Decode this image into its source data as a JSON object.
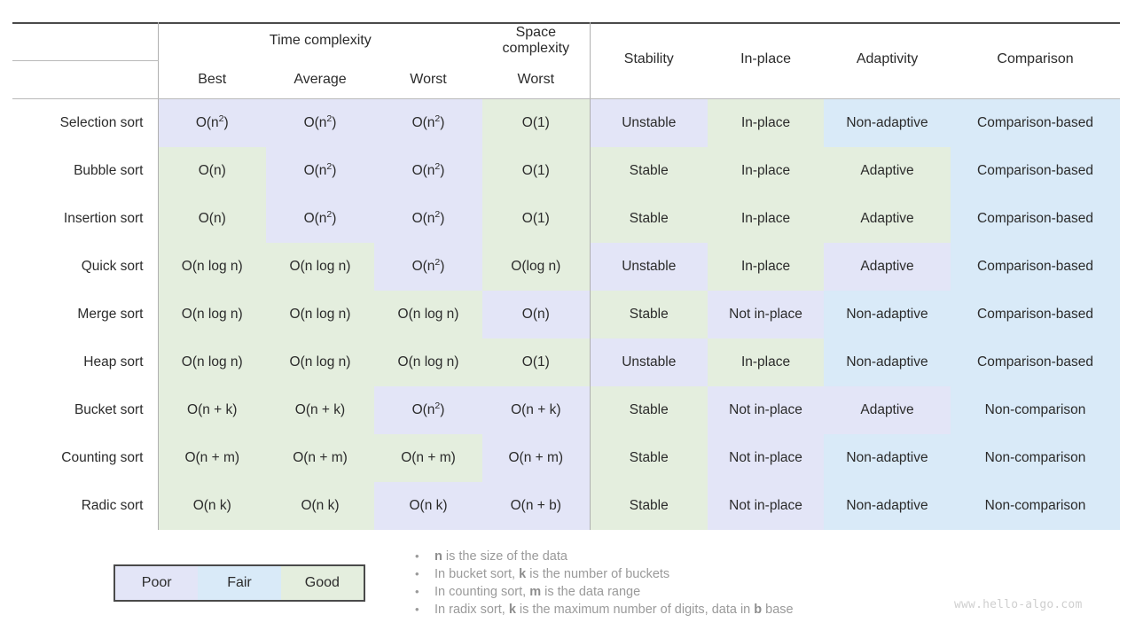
{
  "table": {
    "group_headers": [
      {
        "label": "",
        "key": "algorithm"
      },
      {
        "label": "Time complexity",
        "key": "time"
      },
      {
        "label": "Space complexity",
        "key": "space"
      }
    ],
    "sub_headers": [
      "",
      "Best",
      "Average",
      "Worst",
      "Worst"
    ],
    "attribute_headers": [
      "Stability",
      "In-place",
      "Adaptivity",
      "Comparison"
    ],
    "rows": [
      {
        "algorithm": "Selection sort",
        "best": "O(n2)",
        "best_rating": "poor",
        "average": "O(n2)",
        "average_rating": "poor",
        "worst": "O(n2)",
        "worst_rating": "poor",
        "space": "O(1)",
        "space_rating": "good",
        "stability": "Unstable",
        "stability_rating": "poor",
        "in_place": "In-place",
        "in_place_rating": "good",
        "adaptivity": "Non-adaptive",
        "adaptivity_rating": "fair",
        "comparison": "Comparison-based",
        "comparison_rating": "fair"
      },
      {
        "algorithm": "Bubble sort",
        "best": "O(n)",
        "best_rating": "good",
        "average": "O(n2)",
        "average_rating": "poor",
        "worst": "O(n2)",
        "worst_rating": "poor",
        "space": "O(1)",
        "space_rating": "good",
        "stability": "Stable",
        "stability_rating": "good",
        "in_place": "In-place",
        "in_place_rating": "good",
        "adaptivity": "Adaptive",
        "adaptivity_rating": "good",
        "comparison": "Comparison-based",
        "comparison_rating": "fair"
      },
      {
        "algorithm": "Insertion sort",
        "best": "O(n)",
        "best_rating": "good",
        "average": "O(n2)",
        "average_rating": "poor",
        "worst": "O(n2)",
        "worst_rating": "poor",
        "space": "O(1)",
        "space_rating": "good",
        "stability": "Stable",
        "stability_rating": "good",
        "in_place": "In-place",
        "in_place_rating": "good",
        "adaptivity": "Adaptive",
        "adaptivity_rating": "good",
        "comparison": "Comparison-based",
        "comparison_rating": "fair"
      },
      {
        "algorithm": "Quick sort",
        "best": "O(n log n)",
        "best_rating": "good",
        "average": "O(n log n)",
        "average_rating": "good",
        "worst": "O(n2)",
        "worst_rating": "poor",
        "space": "O(log n)",
        "space_rating": "good",
        "stability": "Unstable",
        "stability_rating": "poor",
        "in_place": "In-place",
        "in_place_rating": "good",
        "adaptivity": "Adaptive",
        "adaptivity_rating": "poor",
        "comparison": "Comparison-based",
        "comparison_rating": "fair"
      },
      {
        "algorithm": "Merge sort",
        "best": "O(n log n)",
        "best_rating": "good",
        "average": "O(n log n)",
        "average_rating": "good",
        "worst": "O(n log n)",
        "worst_rating": "good",
        "space": "O(n)",
        "space_rating": "poor",
        "stability": "Stable",
        "stability_rating": "good",
        "in_place": "Not in-place",
        "in_place_rating": "poor",
        "adaptivity": "Non-adaptive",
        "adaptivity_rating": "fair",
        "comparison": "Comparison-based",
        "comparison_rating": "fair"
      },
      {
        "algorithm": "Heap sort",
        "best": "O(n log n)",
        "best_rating": "good",
        "average": "O(n log n)",
        "average_rating": "good",
        "worst": "O(n log n)",
        "worst_rating": "good",
        "space": "O(1)",
        "space_rating": "good",
        "stability": "Unstable",
        "stability_rating": "poor",
        "in_place": "In-place",
        "in_place_rating": "good",
        "adaptivity": "Non-adaptive",
        "adaptivity_rating": "fair",
        "comparison": "Comparison-based",
        "comparison_rating": "fair"
      },
      {
        "algorithm": "Bucket sort",
        "best": "O(n + k)",
        "best_rating": "good",
        "average": "O(n + k)",
        "average_rating": "good",
        "worst": "O(n2)",
        "worst_rating": "poor",
        "space": "O(n + k)",
        "space_rating": "poor",
        "stability": "Stable",
        "stability_rating": "good",
        "in_place": "Not in-place",
        "in_place_rating": "poor",
        "adaptivity": "Adaptive",
        "adaptivity_rating": "poor",
        "comparison": "Non-comparison",
        "comparison_rating": "fair"
      },
      {
        "algorithm": "Counting sort",
        "best": "O(n + m)",
        "best_rating": "good",
        "average": "O(n + m)",
        "average_rating": "good",
        "worst": "O(n + m)",
        "worst_rating": "good",
        "space": "O(n + m)",
        "space_rating": "poor",
        "stability": "Stable",
        "stability_rating": "good",
        "in_place": "Not in-place",
        "in_place_rating": "poor",
        "adaptivity": "Non-adaptive",
        "adaptivity_rating": "fair",
        "comparison": "Non-comparison",
        "comparison_rating": "fair"
      },
      {
        "algorithm": "Radic sort",
        "best": "O(n k)",
        "best_rating": "good",
        "average": "O(n k)",
        "average_rating": "good",
        "worst": "O(n k)",
        "worst_rating": "poor",
        "space": "O(n + b)",
        "space_rating": "poor",
        "stability": "Stable",
        "stability_rating": "good",
        "in_place": "Not in-place",
        "in_place_rating": "poor",
        "adaptivity": "Non-adaptive",
        "adaptivity_rating": "fair",
        "comparison": "Non-comparison",
        "comparison_rating": "fair"
      }
    ]
  },
  "legend": {
    "items": [
      {
        "label": "Poor",
        "rating": "poor"
      },
      {
        "label": "Fair",
        "rating": "fair"
      },
      {
        "label": "Good",
        "rating": "good"
      }
    ]
  },
  "notes": {
    "bullet": "•",
    "items": [
      [
        {
          "t": "n",
          "b": true
        },
        {
          "t": " is the size of the data",
          "b": false
        }
      ],
      [
        {
          "t": "In bucket sort, ",
          "b": false
        },
        {
          "t": "k",
          "b": true
        },
        {
          "t": " is the number of buckets",
          "b": false
        }
      ],
      [
        {
          "t": "In counting sort, ",
          "b": false
        },
        {
          "t": "m",
          "b": true
        },
        {
          "t": " is the data range",
          "b": false
        }
      ],
      [
        {
          "t": "In radix sort, ",
          "b": false
        },
        {
          "t": "k",
          "b": true
        },
        {
          "t": " is the maximum number of digits, data in ",
          "b": false
        },
        {
          "t": "b",
          "b": true
        },
        {
          "t": " base",
          "b": false
        }
      ]
    ]
  },
  "watermark": "www.hello-algo.com",
  "colors": {
    "poor": "#e3e5f7",
    "fair": "#d9eaf8",
    "good": "#e4eede",
    "rule": "#4a4a4a",
    "text": "#2b2b2b",
    "note_text": "#9a9a9a",
    "watermark": "#cfcfcf"
  }
}
